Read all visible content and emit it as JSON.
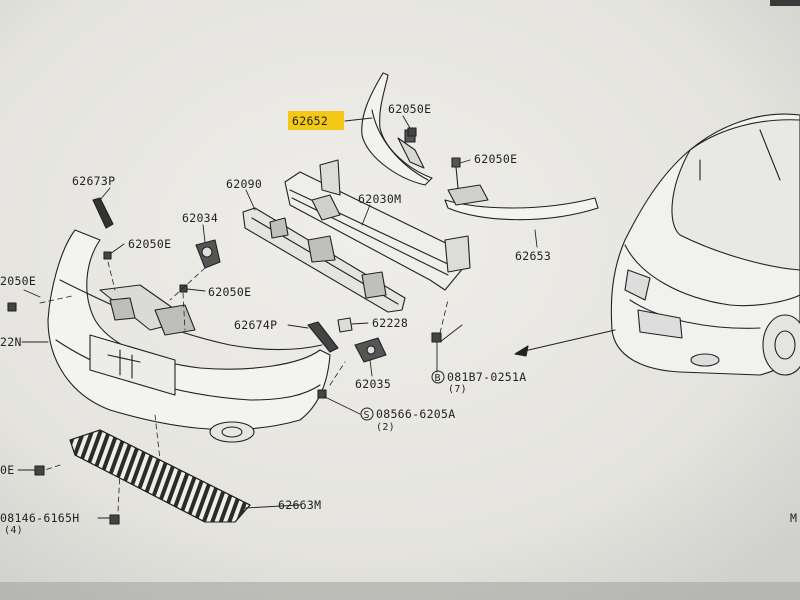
{
  "labels": {
    "p62652": "62652",
    "p62050e_top": "62050E",
    "p62050e_right": "62050E",
    "p62673p": "62673P",
    "p62090": "62090",
    "p62030m": "62030M",
    "p62034": "62034",
    "p62050e_mid": "62050E",
    "p62050e_left": "2050E",
    "p62050e_lower": "62050E",
    "p62653": "62653",
    "p62674p": "62674P",
    "p62228": "62228",
    "p62035": "62035",
    "p62022n": "22N",
    "bolt_a": "081B7-0251A",
    "bolt_a_qty": "(7)",
    "screw_b": "08566-6205A",
    "screw_b_qty": "(2)",
    "p62663m": "62663M",
    "p62050e_bottom": "0E",
    "bolt_c": "08146-6165H",
    "bolt_c_qty": "(4)",
    "edge_m": "M"
  },
  "circle_prefixes": {
    "bolt_a": "B",
    "screw_b": "S"
  },
  "colors": {
    "highlight": "#f5c400",
    "ink": "#222222",
    "paper": "#ecebe6"
  }
}
